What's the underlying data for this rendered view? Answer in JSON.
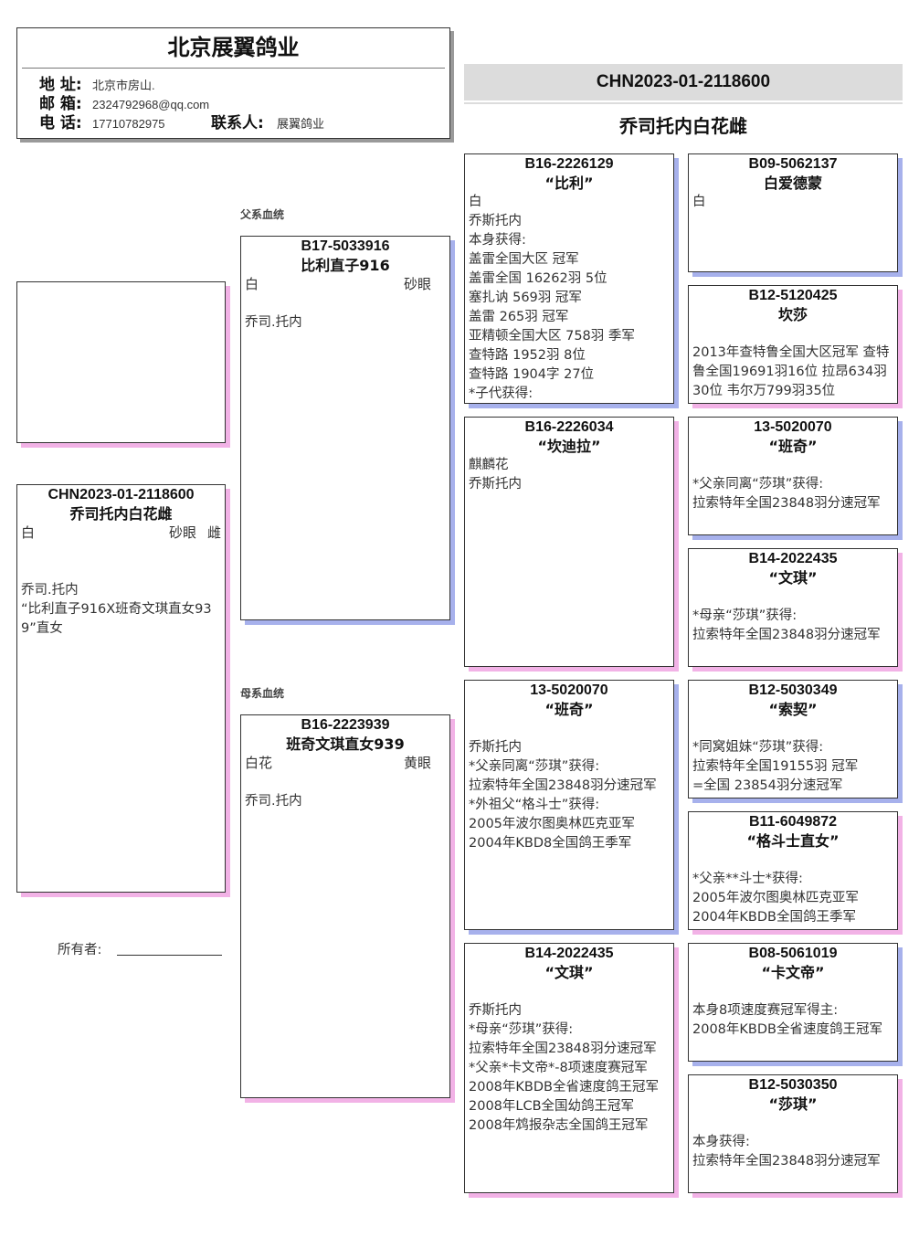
{
  "header": {
    "title": "北京展翼鸽业",
    "address_label": "地 址:",
    "address": "北京市房山.",
    "email_label": "邮 箱:",
    "email": "2324792968@qq.com",
    "phone_label": "电 话:",
    "phone": "17710782975",
    "contact_label": "联系人:",
    "contact": "展翼鸽业"
  },
  "banner": {
    "ring": "CHN2023-01-2118600",
    "name": "乔司托内白花雌"
  },
  "labels": {
    "sire_line": "父系血统",
    "dam_line": "母系血统",
    "owner": "所有者:"
  },
  "subject": {
    "id": "CHN2023-01-2118600",
    "name": "乔司托内白花雌",
    "color": "白",
    "eye": "砂眼",
    "sex": "雌",
    "lines": [
      "",
      "",
      "乔司.托内",
      "“比利直子916X班奇文琪直女939”直女"
    ]
  },
  "sire": {
    "id": "B17-5033916",
    "name": "比利直子916",
    "color": "白",
    "eye": "砂眼",
    "lines": [
      "",
      "乔司.托内"
    ]
  },
  "dam": {
    "id": "B16-2223939",
    "name": "班奇文琪直女939",
    "color": "白花",
    "eye": "黄眼",
    "lines": [
      "",
      "乔司.托内"
    ]
  },
  "gen3": [
    {
      "id": "B16-2226129",
      "name": "“比利”",
      "lines": [
        "白",
        "乔斯托内",
        "本身获得:",
        "盖雷全国大区 冠军",
        "盖雷全国 16262羽 5位",
        "塞扎讷 569羽 冠军",
        "盖雷 265羽 冠军",
        "亚精顿全国大区 758羽 季军",
        "查特路 1952羽 8位",
        "查特路 1904字 27位",
        "*子代获得:"
      ]
    },
    {
      "id": "B16-2226034",
      "name": "“坎迪拉”",
      "lines": [
        "麒麟花",
        "乔斯托内"
      ]
    },
    {
      "id": "13-5020070",
      "name": "“班奇”",
      "lines": [
        "",
        "乔斯托内",
        "*父亲同离“莎琪”获得:",
        "拉索特年全国23848羽分速冠军",
        "*外祖父“格斗士”获得:",
        "2005年波尔图奥林匹克亚军",
        "2004年KBD8全国鸽王季军"
      ]
    },
    {
      "id": "B14-2022435",
      "name": "“文琪”",
      "lines": [
        "",
        "乔斯托内",
        "*母亲“莎琪”获得:",
        "拉索特年全国23848羽分速冠军",
        "*父亲*卡文帝*-8项速度赛冠军",
        "2008年KBDB全省速度鸽王冠军",
        "2008年LCB全国幼鸽王冠军",
        "2008年鸩报杂志全国鸽王冠军"
      ]
    }
  ],
  "gen4": [
    {
      "id": "B09-5062137",
      "name": "白爱德蒙",
      "lines": [
        "白"
      ]
    },
    {
      "id": "B12-5120425",
      "name": "坎莎",
      "lines": [
        "",
        "2013年查特鲁全国大区冠军 查特鲁全国19691羽16位 拉昂634羽30位 韦尔万799羽35位"
      ]
    },
    {
      "id": "13-5020070",
      "name": "“班奇”",
      "lines": [
        "",
        "*父亲同离“莎琪”获得:",
        "拉索特年全国23848羽分速冠军"
      ]
    },
    {
      "id": "B14-2022435",
      "name": "“文琪”",
      "lines": [
        "",
        "*母亲“莎琪”获得:",
        "拉索特年全国23848羽分速冠军"
      ]
    },
    {
      "id": "B12-5030349",
      "name": "“索契”",
      "lines": [
        "",
        "*同窝姐妹“莎琪”获得:",
        "拉索特年全国19155羽 冠军",
        "=全国 23854羽分速冠军"
      ]
    },
    {
      "id": "B11-6049872",
      "name": "“格斗士直女”",
      "lines": [
        "",
        "*父亲**斗士*获得:",
        "2005年波尔图奥林匹克亚军",
        "2004年KBDB全国鸽王季军"
      ]
    },
    {
      "id": "B08-5061019",
      "name": "“卡文帝”",
      "lines": [
        "",
        "本身8项速度赛冠军得主:",
        "2008年KBDB全省速度鸽王冠军"
      ]
    },
    {
      "id": "B12-5030350",
      "name": "“莎琪”",
      "lines": [
        "",
        "本身获得:",
        "拉索特年全国23848羽分速冠军"
      ]
    }
  ]
}
